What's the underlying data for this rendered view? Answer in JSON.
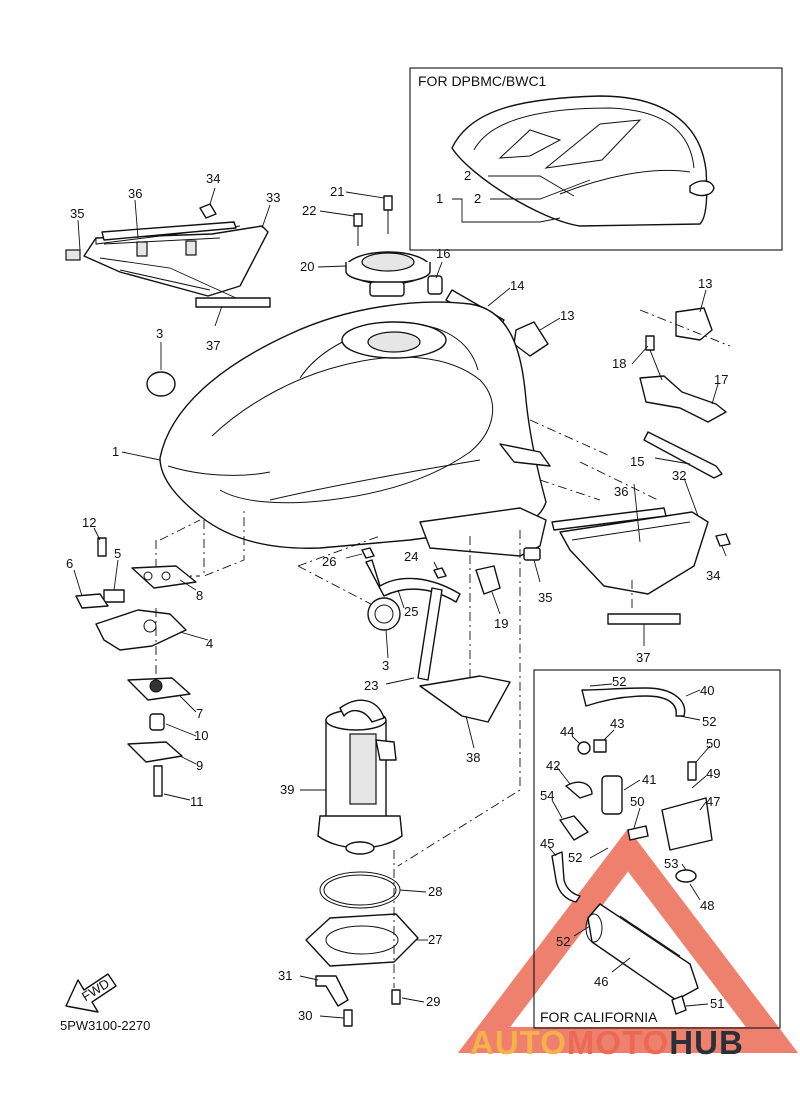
{
  "diagram": {
    "variant_labels": {
      "dpbmc": "FOR DPBMC/BWC1",
      "california": "FOR CALIFORNIA"
    },
    "fwd_label": "FWD",
    "drawing_code": "5PW3100-2270",
    "watermark": {
      "part1": "AUTO",
      "part2": "MOTO",
      "part3": "HUB",
      "colors": {
        "auto": "#f6b24a",
        "moto": "#ec6a55",
        "hub": "#2a2f3a"
      }
    },
    "callouts": {
      "c1a": "1",
      "c1b": "1",
      "c2a": "2",
      "c2b": "2",
      "c3a": "3",
      "c3b": "3",
      "c4": "4",
      "c5": "5",
      "c6": "6",
      "c7": "7",
      "c8": "8",
      "c9": "9",
      "c10": "10",
      "c11": "11",
      "c12": "12",
      "c13a": "13",
      "c13b": "13",
      "c14": "14",
      "c15": "15",
      "c16": "16",
      "c17": "17",
      "c18": "18",
      "c19": "19",
      "c20": "20",
      "c21": "21",
      "c22": "22",
      "c23": "23",
      "c24": "24",
      "c25": "25",
      "c26": "26",
      "c27": "27",
      "c28": "28",
      "c29": "29",
      "c30": "30",
      "c31": "31",
      "c32": "32",
      "c33": "33",
      "c34a": "34",
      "c34b": "34",
      "c35a": "35",
      "c35b": "35",
      "c36a": "36",
      "c36b": "36",
      "c37a": "37",
      "c37b": "37",
      "c38": "38",
      "c39": "39",
      "c40": "40",
      "c41": "41",
      "c42": "42",
      "c43": "43",
      "c44": "44",
      "c45": "45",
      "c46": "46",
      "c47": "47",
      "c48": "48",
      "c49": "49",
      "c50a": "50",
      "c50b": "50",
      "c51": "51",
      "c52a": "52",
      "c52b": "52",
      "c52c": "52",
      "c52d": "52",
      "c53": "53",
      "c54": "54"
    }
  }
}
